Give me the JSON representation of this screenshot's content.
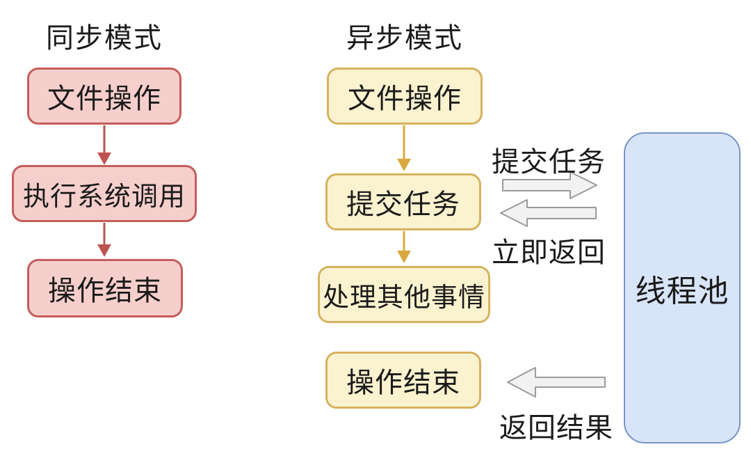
{
  "sync": {
    "title": "同步模式",
    "boxes": [
      "文件操作",
      "执行系统调用",
      "操作结束"
    ]
  },
  "async": {
    "title": "异步模式",
    "boxes": [
      "文件操作",
      "提交任务",
      "处理其他事情",
      "操作结束"
    ]
  },
  "thread_pool": {
    "label": "线程池"
  },
  "annotations": {
    "submit_task": "提交任务",
    "immediate_return": "立即返回",
    "return_result": "返回结果"
  },
  "colors": {
    "sync_fill": "#f6cfcc",
    "sync_border": "#c45d5b",
    "sync_arrow": "#bd5450",
    "async_fill": "#fbf2d0",
    "async_border": "#d6b25e",
    "async_arrow": "#d9a93f",
    "pool_fill": "#d8e4f8",
    "pool_border": "#7a94c8",
    "gray_arrow_fill": "#f2f2f2",
    "gray_arrow_stroke": "#9b9b9b",
    "text": "#1b1b1b",
    "bg": "#ffffff"
  }
}
